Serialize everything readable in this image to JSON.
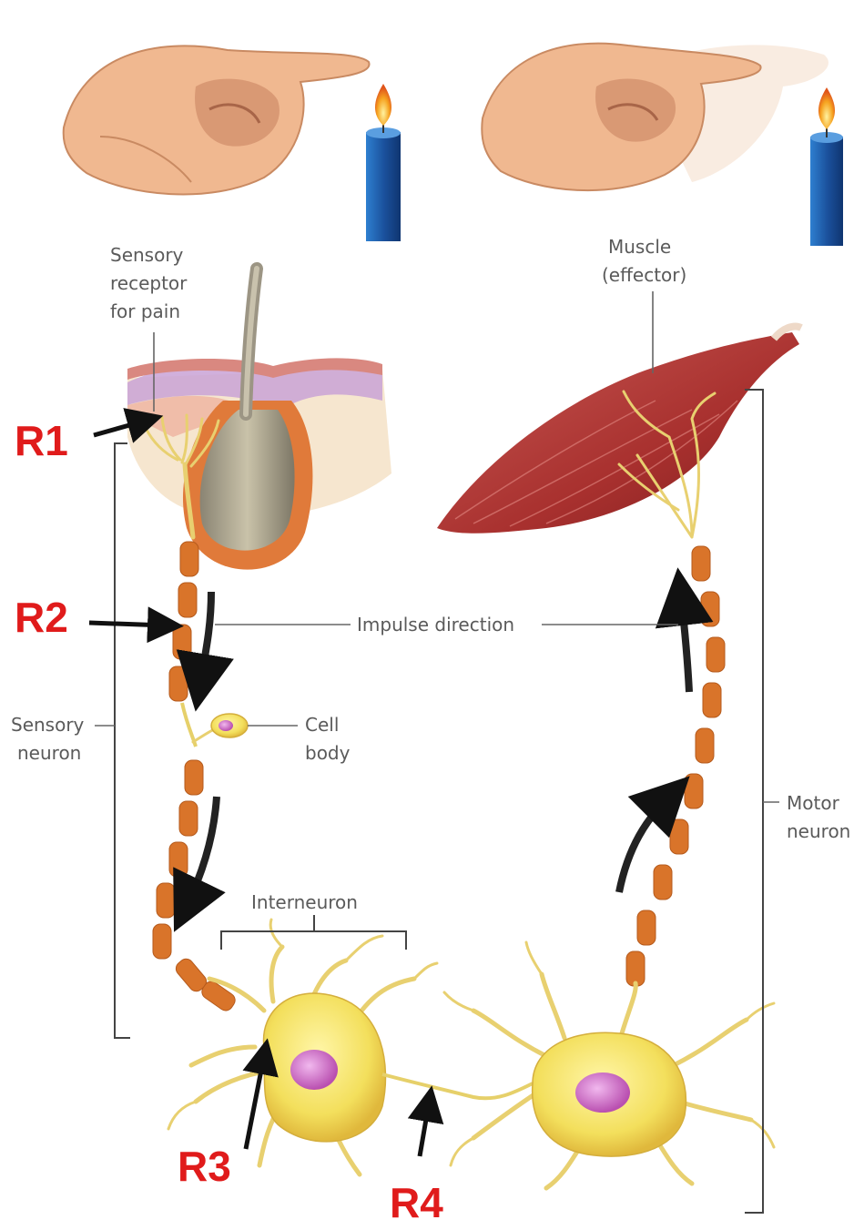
{
  "labels": {
    "sensory_receptor": [
      "Sensory",
      "receptor",
      "for pain"
    ],
    "muscle": [
      "Muscle",
      "(effector)"
    ],
    "impulse_direction": "Impulse direction",
    "sensory_neuron": [
      "Sensory",
      "neuron"
    ],
    "cell_body": [
      "Cell",
      "body"
    ],
    "interneuron": "Interneuron",
    "motor_neuron": [
      "Motor",
      "neuron"
    ]
  },
  "markers": {
    "r1": "R1",
    "r2": "R2",
    "r3": "R3",
    "r4": "R4"
  },
  "colors": {
    "marker": "#e01b1b",
    "neuron": "#f3df5c",
    "myelin": "#d9742a",
    "muscle": "#b63a3a",
    "skin": "#f2c4a8",
    "candle": "#1e64b8",
    "nucleus": "#c86bc0"
  }
}
